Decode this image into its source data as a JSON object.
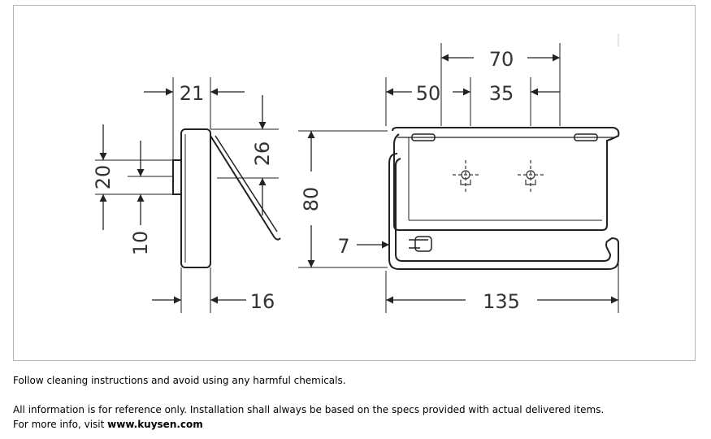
{
  "diagram": {
    "dimensions": {
      "d21": "21",
      "d16": "16",
      "d20": "20",
      "d10": "10",
      "d26": "26",
      "d80": "80",
      "d7": "7",
      "d50": "50",
      "d35": "35",
      "d70": "70",
      "d135": "135"
    }
  },
  "footer": {
    "cleaning": "Follow cleaning instructions and avoid using any harmful chemicals.",
    "reference": "All information is for reference only. Installation shall always be based on the specs provided with actual delivered items.",
    "more_info_prefix": "For more info, visit ",
    "website": "www.kuysen.com"
  }
}
